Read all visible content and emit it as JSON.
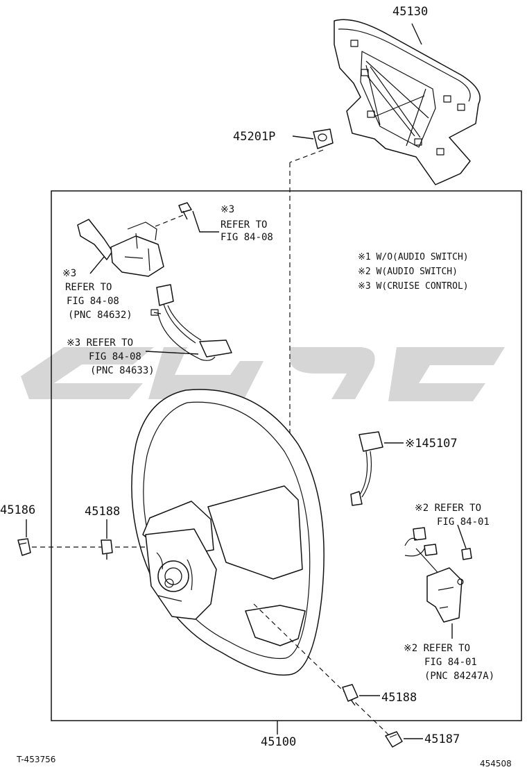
{
  "parts": {
    "p45130": "45130",
    "p45201P": "45201P",
    "p145107": "※145107",
    "p45186": "45186",
    "p45188_left": "45188",
    "p45188_right": "45188",
    "p45100": "45100",
    "p45187": "45187"
  },
  "legend": [
    "※1 W/O(AUDIO SWITCH)",
    "※2 W(AUDIO SWITCH)",
    "※3 W(CRUISE CONTROL)"
  ],
  "refs": {
    "top_right": [
      "※3",
      "REFER TO",
      "FIG 84-08"
    ],
    "cruise_lever": [
      "※3",
      "REFER TO",
      "FIG 84-08",
      "(PNC 84632)"
    ],
    "cruise_harness": [
      "※3 REFER TO",
      "FIG 84-08",
      "(PNC 84633)"
    ],
    "audio_top": [
      "※2 REFER TO",
      "FIG 84-01"
    ],
    "audio_bottom": [
      "※2 REFER TO",
      "FIG 84-01",
      "(PNC 84247A)"
    ]
  },
  "captions": {
    "bottom_left": "T-453756",
    "bottom_right": "454508"
  }
}
